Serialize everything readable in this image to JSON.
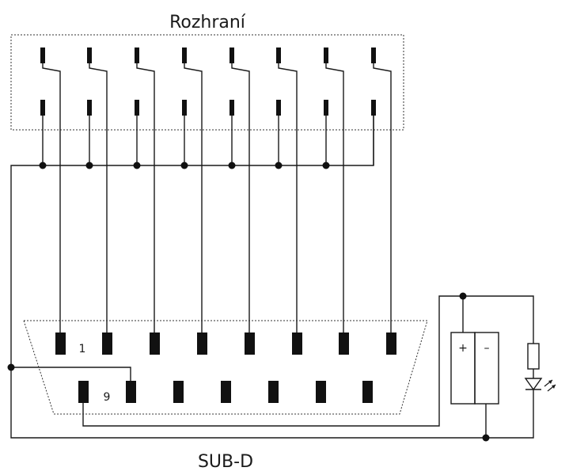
{
  "labels": {
    "interface_title": "Rozhraní",
    "connector_title": "SUB-D",
    "pin_1": "1",
    "pin_9": "9",
    "plus": "+",
    "minus": "–"
  }
}
